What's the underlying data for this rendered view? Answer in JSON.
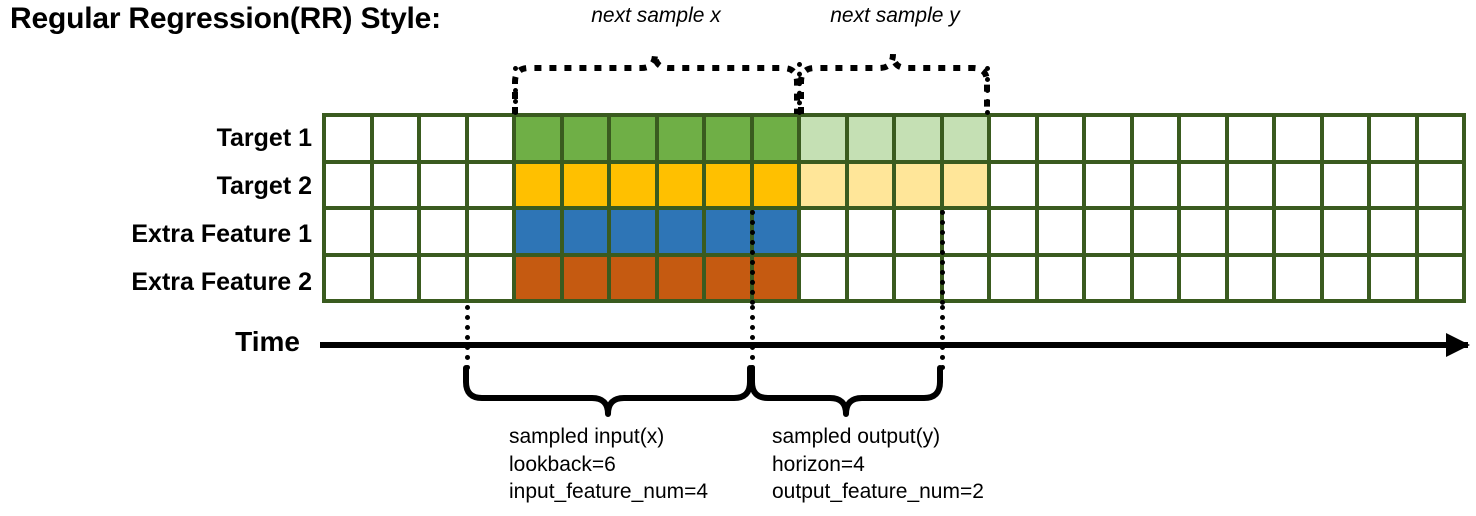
{
  "title": "Regular Regression(RR) Style:",
  "rows": [
    {
      "label": "Target 1",
      "name": "target-1",
      "color": "#6FAF46",
      "light": "#C5E0B4",
      "has_light": true
    },
    {
      "label": "Target 2",
      "name": "target-2",
      "color": "#FFC000",
      "light": "#FFE699",
      "has_light": true
    },
    {
      "label": "Extra Feature 1",
      "name": "extra-feature-1",
      "color": "#2E75B6",
      "light": "",
      "has_light": false
    },
    {
      "label": "Extra Feature 2",
      "name": "extra-feature-2",
      "color": "#C55A11",
      "light": "",
      "has_light": false
    }
  ],
  "grid": {
    "total_columns": 24,
    "leading_empty": 4,
    "input_columns": 6,
    "output_columns": 4,
    "border_color": "#3A5B1F",
    "empty_color": "#FFFFFF"
  },
  "axis": {
    "label": "Time",
    "arrow": "right-arrow"
  },
  "top_annotations": [
    {
      "text": "next sample x",
      "name": "next-sample-x"
    },
    {
      "text": "next sample y",
      "name": "next-sample-y"
    }
  ],
  "bottom_annotations": [
    {
      "name": "sampled-input",
      "lines": [
        "sampled input(x)",
        "lookback=6",
        "input_feature_num=4"
      ]
    },
    {
      "name": "sampled-output",
      "lines": [
        "sampled output(y)",
        "horizon=4",
        "output_feature_num=2"
      ]
    }
  ],
  "colors": {
    "green": "#6FAF46",
    "green_light": "#C5E0B4",
    "amber": "#FFC000",
    "amber_light": "#FFE699",
    "blue": "#2E75B6",
    "orange": "#C55A11",
    "grid_border": "#3A5B1F",
    "ink": "#000000"
  }
}
